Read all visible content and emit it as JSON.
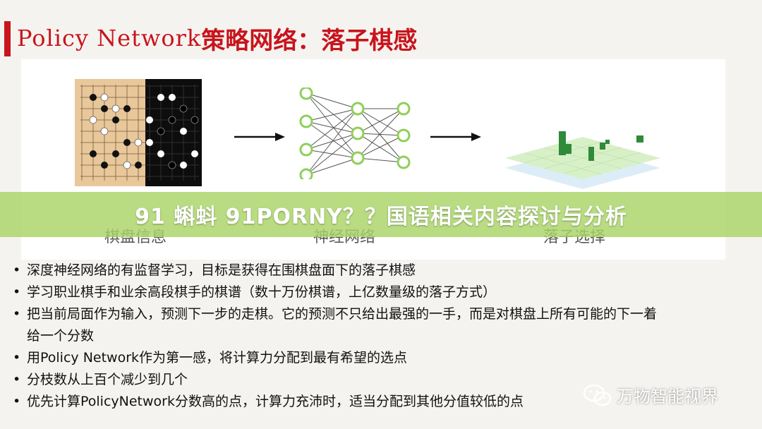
{
  "slide": {
    "title_en": "Policy Network",
    "title_cn": "策略网络：落子棋感"
  },
  "diagram": {
    "captions": [
      "棋盘信息",
      "神经网络",
      "落子选择"
    ]
  },
  "banner": {
    "text": "91 蝌蚪 91PORNY？？国语相关内容探讨与分析"
  },
  "bullets": [
    "深度神经网络的有监督学习，目标是获得在围棋盘面下的落子棋感",
    "学习职业棋手和业余高段棋手的棋谱（数十万份棋谱，上亿数量级的落子方式）",
    "把当前局面作为输入，预测下一步的走棋。它的预测不只给出最强的一手，而是对棋盘上所有可能的下一着给一个分数",
    "用Policy Network作为第一感，将计算力分配到最有希望的选点",
    "分枝数从上百个减少到几个",
    "优先计算PolicyNetwork分数高的点，计算力充沛时，适当分配到其他分值较低的点"
  ],
  "watermark": {
    "text": "万物智能视界",
    "icon": "wechat-icon"
  },
  "colors": {
    "title_red": "#c8141c",
    "banner_green": "#aad466",
    "node_green": "#8fcf5a"
  }
}
